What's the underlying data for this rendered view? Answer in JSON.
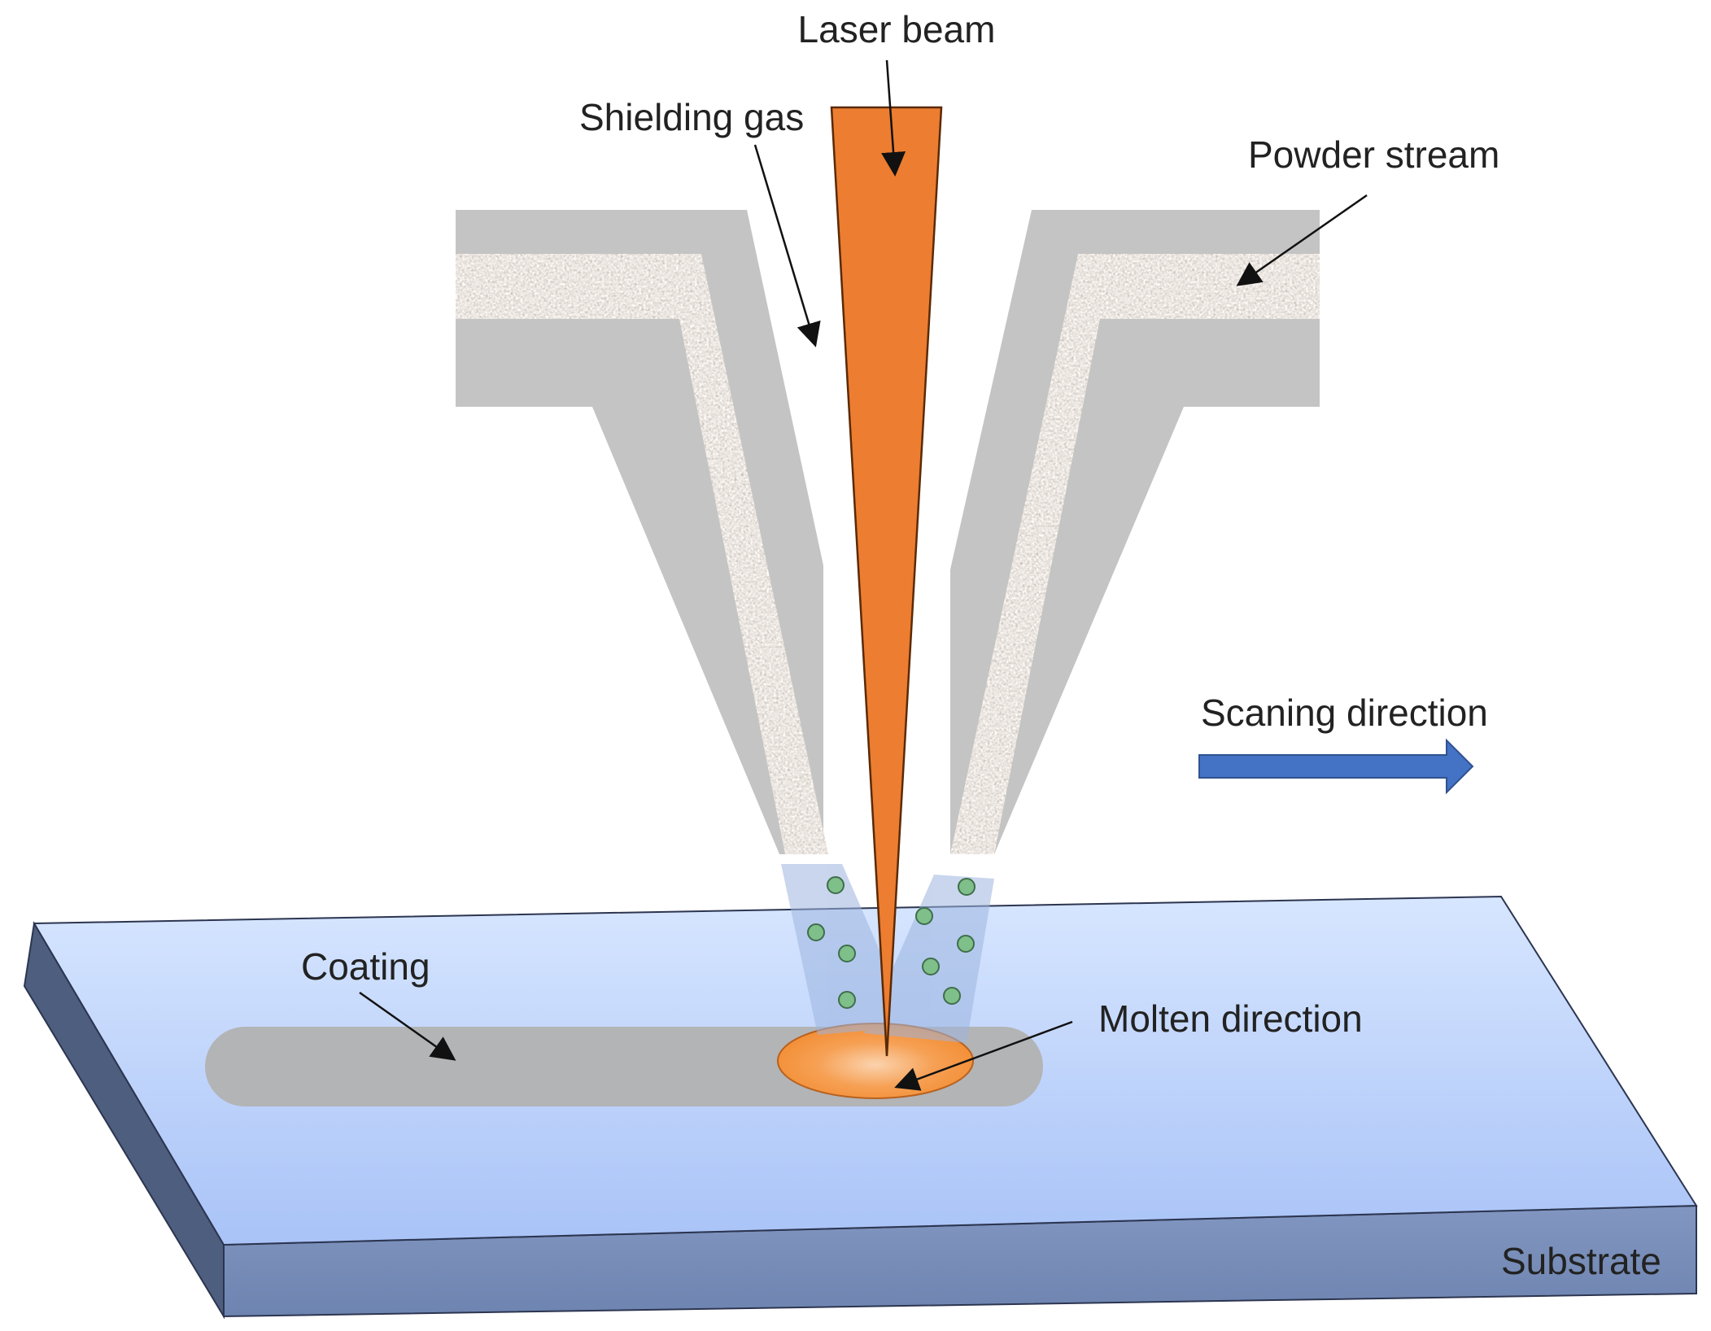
{
  "labels": {
    "laser_beam": "Laser beam",
    "shielding_gas": "Shielding gas",
    "powder_stream": "Powder stream",
    "scanning_direction": "Scaning direction",
    "coating": "Coating",
    "molten_direction": "Molten direction",
    "substrate": "Substrate"
  },
  "colors": {
    "laser": "#ED7D31",
    "nozzle": "#C4C4C4",
    "powder": "#8E8478",
    "substrate_top": "#CFE0FF",
    "substrate_front": "#7A8FB8",
    "substrate_side": "#4E5E7E",
    "coating": "#B2B2B2",
    "melt_pool": "#F3862F",
    "particles": "#7FBF8A",
    "scan_arrow": "#4472C4"
  },
  "icons": {
    "scan_arrow": "right-arrow-icon"
  }
}
